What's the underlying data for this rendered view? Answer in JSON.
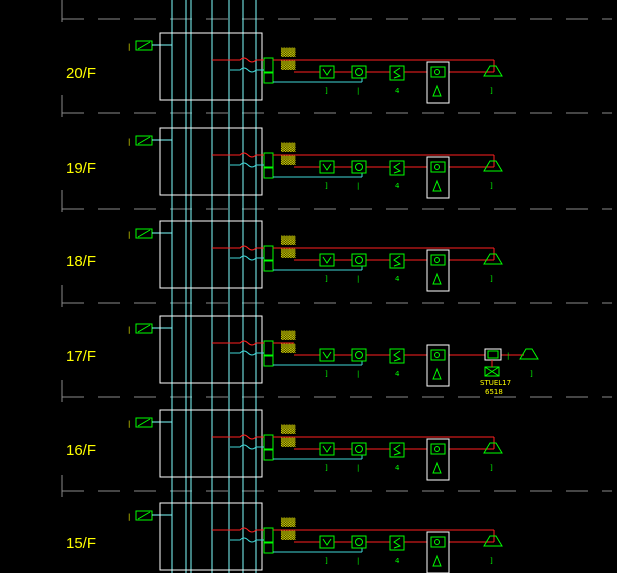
{
  "colors": {
    "background": "#000000",
    "dash": "#8a8a8a",
    "riser": "#7fffff",
    "box": "#ffffff",
    "red_line": "#ff2020",
    "cyan_line": "#3fd6d6",
    "device": "#00ff00",
    "text": "#ffff00"
  },
  "floors": [
    {
      "label": "20/F",
      "extra_device": false
    },
    {
      "label": "19/F",
      "extra_device": false
    },
    {
      "label": "18/F",
      "extra_device": false
    },
    {
      "label": "17/F",
      "extra_device": true
    },
    {
      "label": "16/F",
      "extra_device": false
    },
    {
      "label": "15/F",
      "extra_device": false
    }
  ],
  "floor17_extra_label": [
    "STUEL17",
    "6518"
  ],
  "wire_labels": [
    "(blurred-a)",
    "(blurred-b)"
  ],
  "icons": {
    "panel": "panel-icon",
    "module_a": "fire-module-icon",
    "module_b": "control-module-icon",
    "module_c": "switch-module-icon",
    "module_d": "speaker-icon",
    "end": "horn-icon",
    "extra_module": "io-module-icon",
    "extra_valve": "valve-icon"
  }
}
